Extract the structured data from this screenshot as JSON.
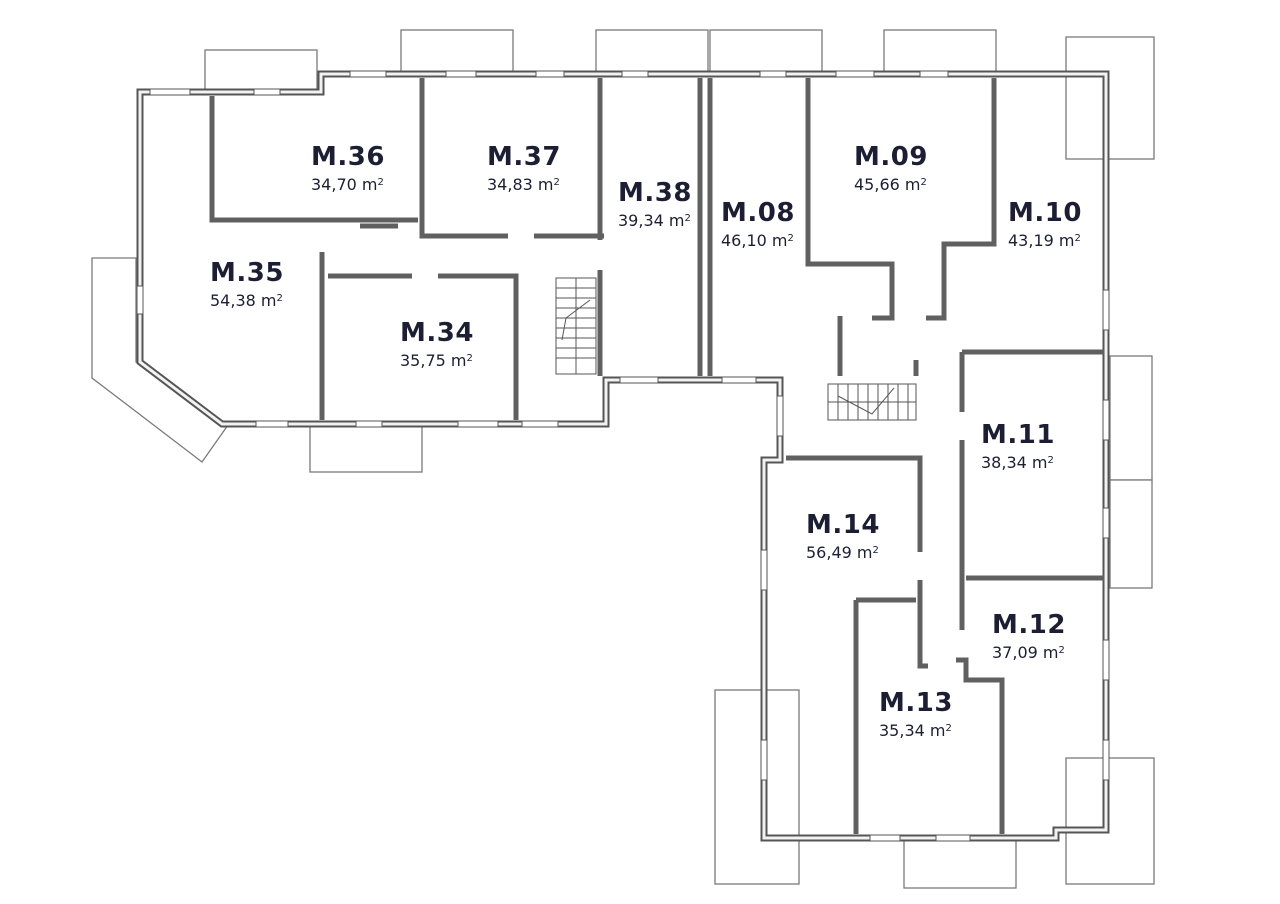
{
  "rooms": [
    {
      "name": "M.36",
      "area": "34,70 m",
      "unit_power": "2"
    },
    {
      "name": "M.37",
      "area": "34,83 m",
      "unit_power": "2"
    },
    {
      "name": "M.38",
      "area": "39,34 m",
      "unit_power": "2"
    },
    {
      "name": "M.08",
      "area": "46,10 m",
      "unit_power": "2"
    },
    {
      "name": "M.09",
      "area": "45,66 m",
      "unit_power": "2"
    },
    {
      "name": "M.10",
      "area": "43,19 m",
      "unit_power": "2"
    },
    {
      "name": "M.35",
      "area": "54,38 m",
      "unit_power": "2"
    },
    {
      "name": "M.34",
      "area": "35,75 m",
      "unit_power": "2"
    },
    {
      "name": "M.11",
      "area": "38,34 m",
      "unit_power": "2"
    },
    {
      "name": "M.14",
      "area": "56,49 m",
      "unit_power": "2"
    },
    {
      "name": "M.12",
      "area": "37,09 m",
      "unit_power": "2"
    },
    {
      "name": "M.13",
      "area": "35,34 m",
      "unit_power": "2"
    }
  ],
  "colors": {
    "label": "#1c1f33",
    "wall": "#555555",
    "background": "#ffffff"
  }
}
